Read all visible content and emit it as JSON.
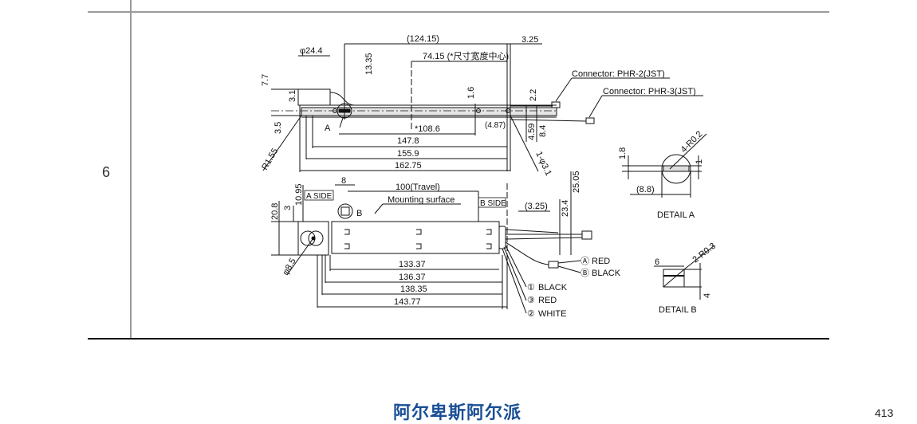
{
  "row_label": "6",
  "top_view": {
    "dim_124_15": "(124.15)",
    "dim_3_25_top": "3.25",
    "dim_phi24_4": "φ24.4",
    "dim_13_35": "13.35",
    "dim_74_15": "74.15 (*尺寸宽度中心)",
    "dim_7_7": "7.7",
    "dim_3_1": "3.1",
    "dim_1_6": "1.6",
    "dim_2_2": "2.2",
    "dim_3_5": "3.5",
    "label_A": "A",
    "dim_108_6": "*108.6",
    "dim_4_87": "(4.87)",
    "dim_147_8": "147.8",
    "dim_155_9": "155.9",
    "dim_162_75": "162.75",
    "dim_4_59": "4.59",
    "dim_8_4": "8.4",
    "dim_r1_55": "R1.55",
    "dim_phi3_1": "1-φ3.1",
    "connector_2": "Connector: PHR-2(JST)",
    "connector_3": "Connector: PHR-3(JST)"
  },
  "detail_a": {
    "title": "DETAIL A",
    "dim_1_8": "1.8",
    "dim_r0_2": "4-R0.2",
    "dim_1": "1",
    "dim_8_8": "(8.8)"
  },
  "side_view": {
    "a_side": "A SIDE",
    "b_side": "B SIDE",
    "dim_8": "8",
    "travel": "100(Travel)",
    "mounting_surface": "Mounting surface",
    "label_B": "B",
    "dim_3_25": "(3.25)",
    "dim_10_95": "10.95",
    "dim_3": "3",
    "dim_20_8": "20.8",
    "dim_23_4": "23.4",
    "dim_25_05": "25.05",
    "dim_phi8_5": "φ8.5",
    "dim_133_37": "133.37",
    "dim_136_37": "136.37",
    "dim_138_35": "138.35",
    "dim_143_77": "143.77",
    "wires": [
      {
        "mark": "Ⓐ",
        "label": "RED"
      },
      {
        "mark": "Ⓑ",
        "label": "BLACK"
      },
      {
        "mark": "①",
        "label": "BLACK"
      },
      {
        "mark": "③",
        "label": "RED"
      },
      {
        "mark": "②",
        "label": "WHITE"
      }
    ]
  },
  "detail_b": {
    "title": "DETAIL B",
    "dim_6": "6",
    "dim_r0_3": "2-R0.3",
    "dim_4": "4"
  },
  "footer": {
    "brand": "阿尔卑斯阿尔派",
    "page_number": "413"
  },
  "colors": {
    "brand": "#1a4f96",
    "rule": "#9a9a9a"
  }
}
